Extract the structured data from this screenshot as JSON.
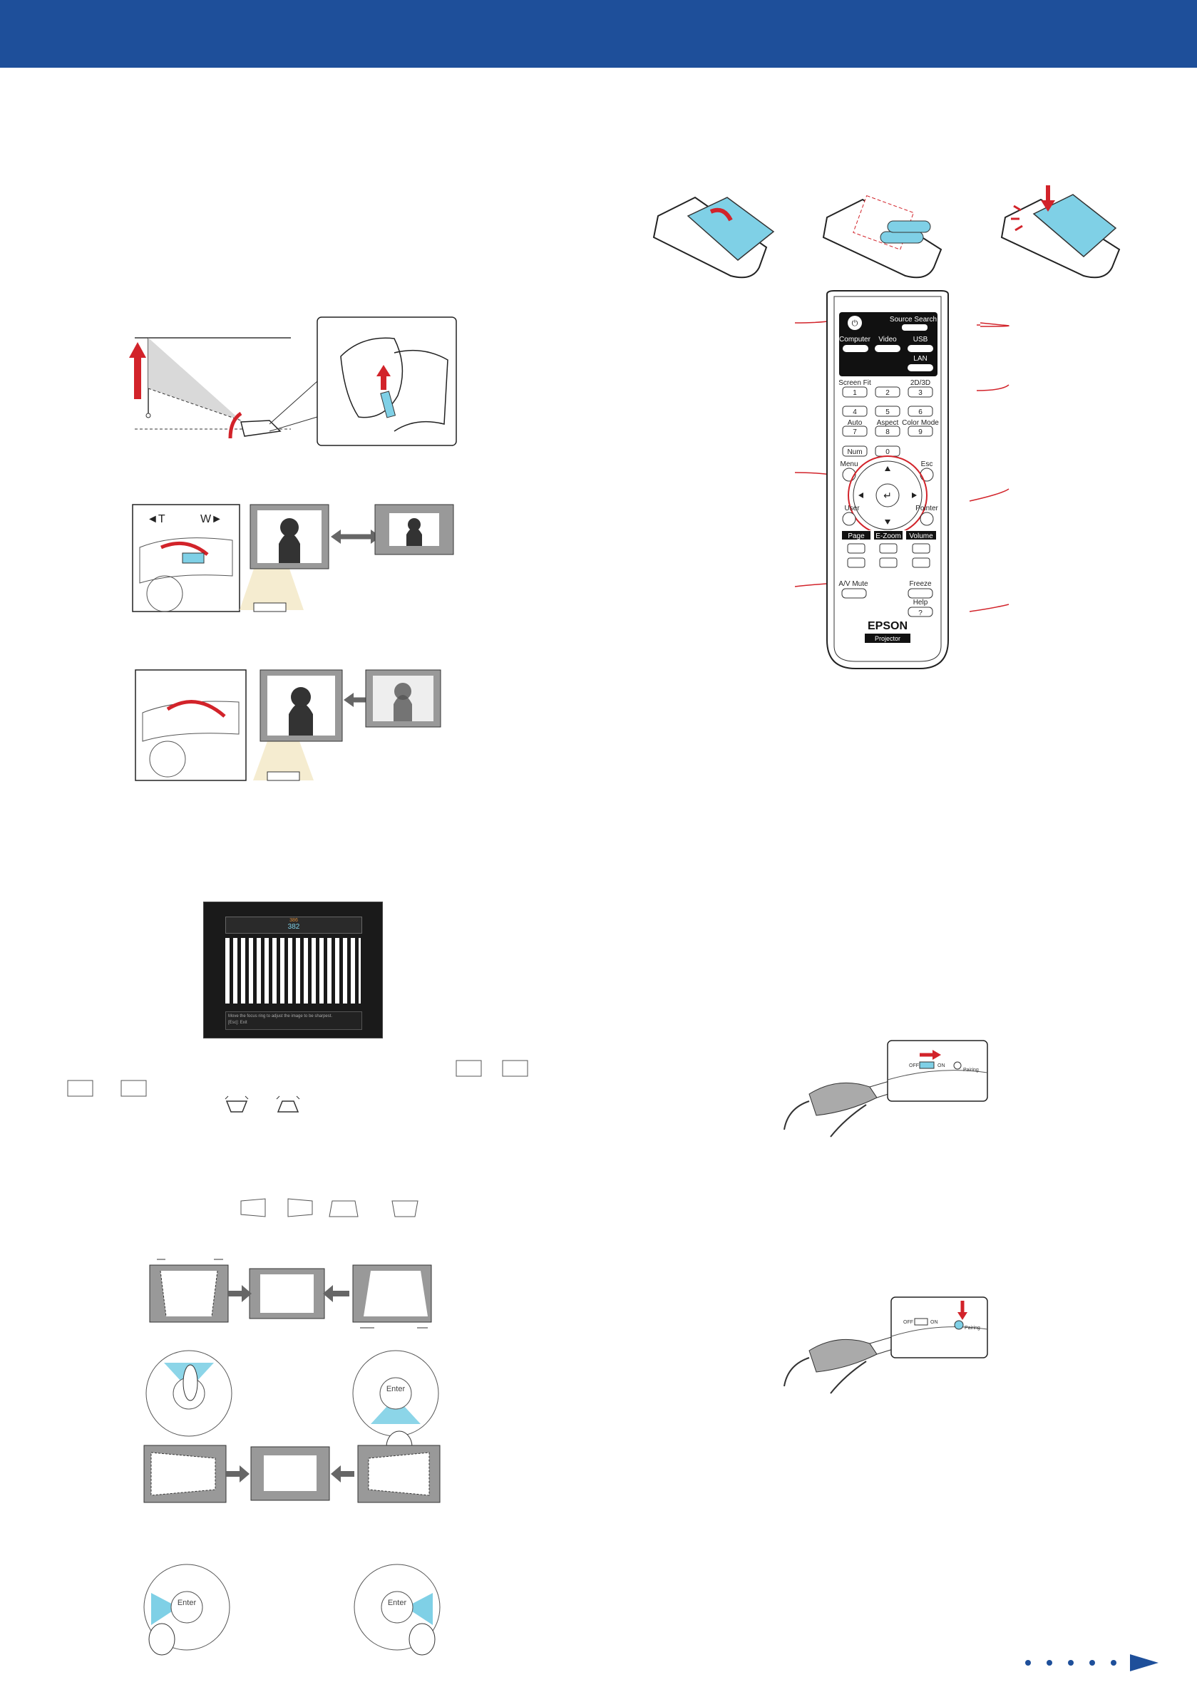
{
  "header": {
    "color": "#1e4f9a"
  },
  "zoom_figure": {
    "tele_label": "◄T",
    "wide_label": "W►"
  },
  "remote": {
    "source_search": "Source Search",
    "computer": "Computer",
    "video": "Video",
    "usb": "USB",
    "lan": "LAN",
    "screen_fit": "Screen Fit",
    "key_1": "1",
    "key_2": "2",
    "key_3": "3",
    "mode_2d3d": "2D/3D",
    "key_4": "4",
    "key_5": "5",
    "key_6": "6",
    "auto": "Auto",
    "aspect": "Aspect",
    "color_mode": "Color Mode",
    "key_7": "7",
    "key_8": "8",
    "key_9": "9",
    "num": "Num",
    "key_0": "0",
    "menu": "Menu",
    "esc": "Esc",
    "user": "User",
    "pointer": "Pointer",
    "page": "Page",
    "ezoom": "E-Zoom",
    "volume": "Volume",
    "av_mute": "A/V Mute",
    "freeze": "Freeze",
    "help": "Help",
    "help_key": "?",
    "brand": "EPSON",
    "model": "Projector"
  },
  "focus_screen": {
    "top_value": "386",
    "value": "382",
    "message": "Move the focus ring to adjust the image to be sharpest.",
    "exit": "[Esc]: Exit"
  },
  "keypad": {
    "enter": "Enter"
  },
  "glasses": {
    "off": "OFF",
    "on": "ON",
    "pairing": "Pairing"
  }
}
